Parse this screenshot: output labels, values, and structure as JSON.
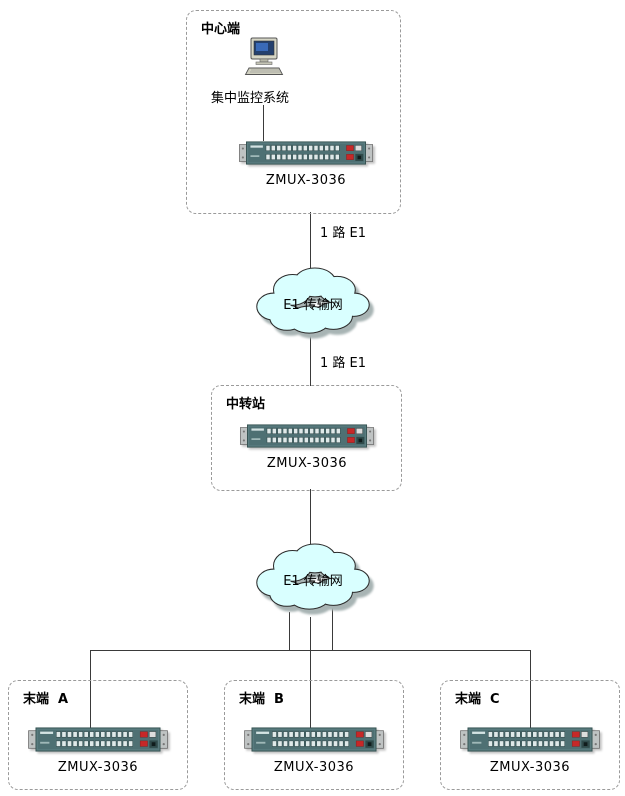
{
  "diagram": {
    "center": {
      "title": "中心端",
      "system_label": "集中监控系统",
      "device_label": "ZMUX-3036"
    },
    "links": {
      "center_to_cloud1": "1 路 E1",
      "cloud1_to_relay": "1 路 E1"
    },
    "clouds": {
      "cloud1": "E1 传输网",
      "cloud2": "E1 传输网"
    },
    "relay": {
      "title": "中转站",
      "device_label": "ZMUX-3036"
    },
    "terminals": [
      {
        "title": "末端  A",
        "device_label": "ZMUX-3036"
      },
      {
        "title": "末端  B",
        "device_label": "ZMUX-3036"
      },
      {
        "title": "末端  C",
        "device_label": "ZMUX-3036"
      }
    ]
  }
}
